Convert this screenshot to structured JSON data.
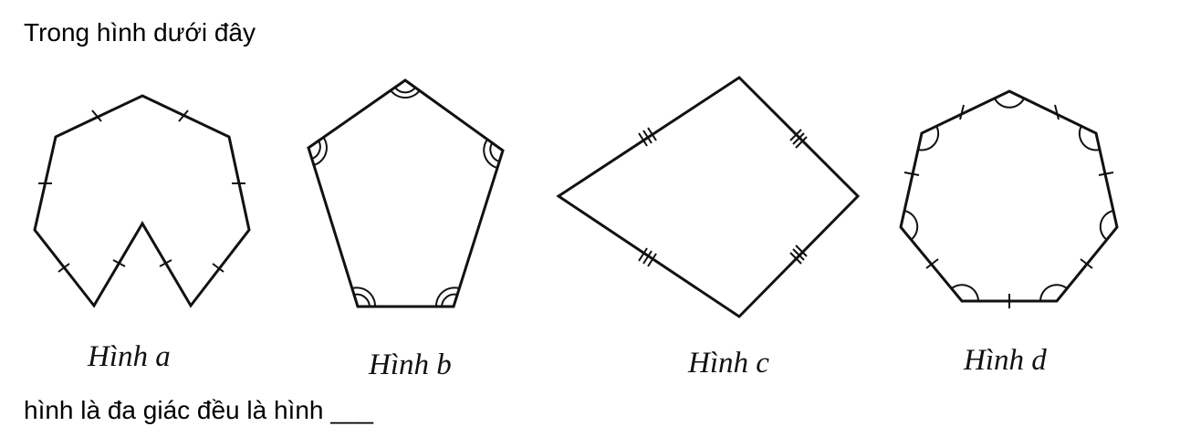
{
  "question": {
    "intro": "Trong hình dưới đây",
    "prompt": "hình là đa giác đều là hình ___"
  },
  "figures": {
    "a": {
      "label": "Hình a"
    },
    "b": {
      "label": "Hình b"
    },
    "c": {
      "label": "Hình c"
    },
    "d": {
      "label": "Hình d"
    }
  }
}
